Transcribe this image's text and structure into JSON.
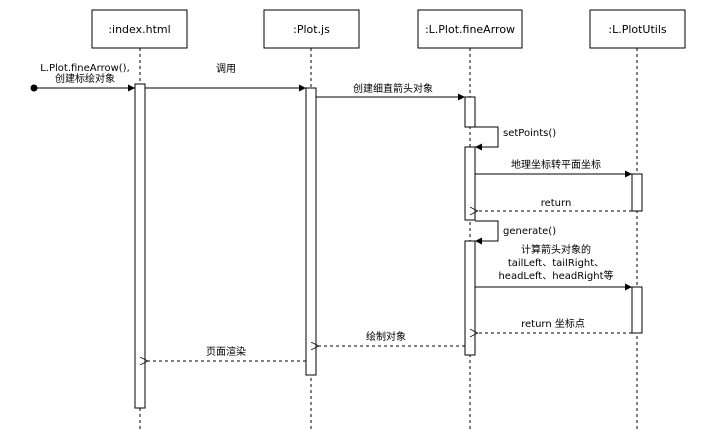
{
  "participants": [
    {
      "id": "index",
      "label": ":index.html"
    },
    {
      "id": "plot",
      "label": ":Plot.js"
    },
    {
      "id": "finearrow",
      "label": ":L.Plot.fineArrow"
    },
    {
      "id": "plotutils",
      "label": ":L.PlotUtils"
    }
  ],
  "messages": {
    "initial_line1": "L.Plot.fineArrow(),",
    "initial_line2": "创建标绘对象",
    "call": "调用",
    "create": "创建细直箭头对象",
    "set_points": "setPoints()",
    "geo_to_plane": "地理坐标转平面坐标",
    "return1": "return",
    "generate": "generate()",
    "compute_line1": "计算箭头对象的",
    "compute_line2": "tailLeft、tailRight、",
    "compute_line3": "headLeft、headRight等",
    "return2": "return 坐标点",
    "draw_object": "绘制对象",
    "page_render": "页面渲染"
  }
}
